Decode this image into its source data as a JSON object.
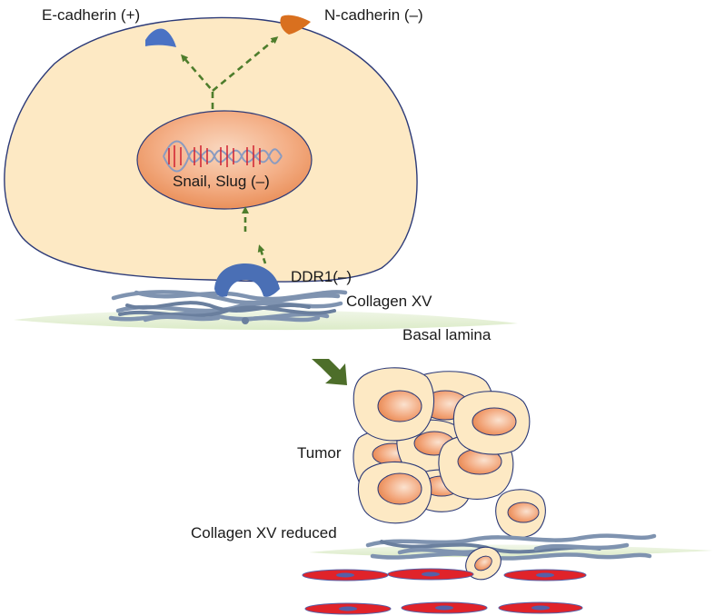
{
  "labels": {
    "e_cadherin": "E-cadherin (+)",
    "n_cadherin": "N-cadherin (–)",
    "snail_slug": "Snail, Slug (–)",
    "ddr1": "DDR1(–)",
    "collagen": "Collagen XV",
    "basal_lamina": "Basal lamina",
    "tumor": "Tumor",
    "collagen_reduced": "Collagen XV reduced"
  },
  "colors": {
    "cell_fill": "#fde9c4",
    "cell_outline": "#2c3a78",
    "nucleus": "#f0a070",
    "e_cadherin": "#4a72c4",
    "n_cadherin": "#d9701f",
    "ddr1": "#4a6fb5",
    "collagen_fiber": "#7f93b0",
    "basal_lamina": "#e6f0d8",
    "arrow_dashed": "#4e7d2c",
    "arrow_big": "#4d6e2a",
    "rbc": "#e0232a",
    "rbc_core": "#5560a8"
  }
}
